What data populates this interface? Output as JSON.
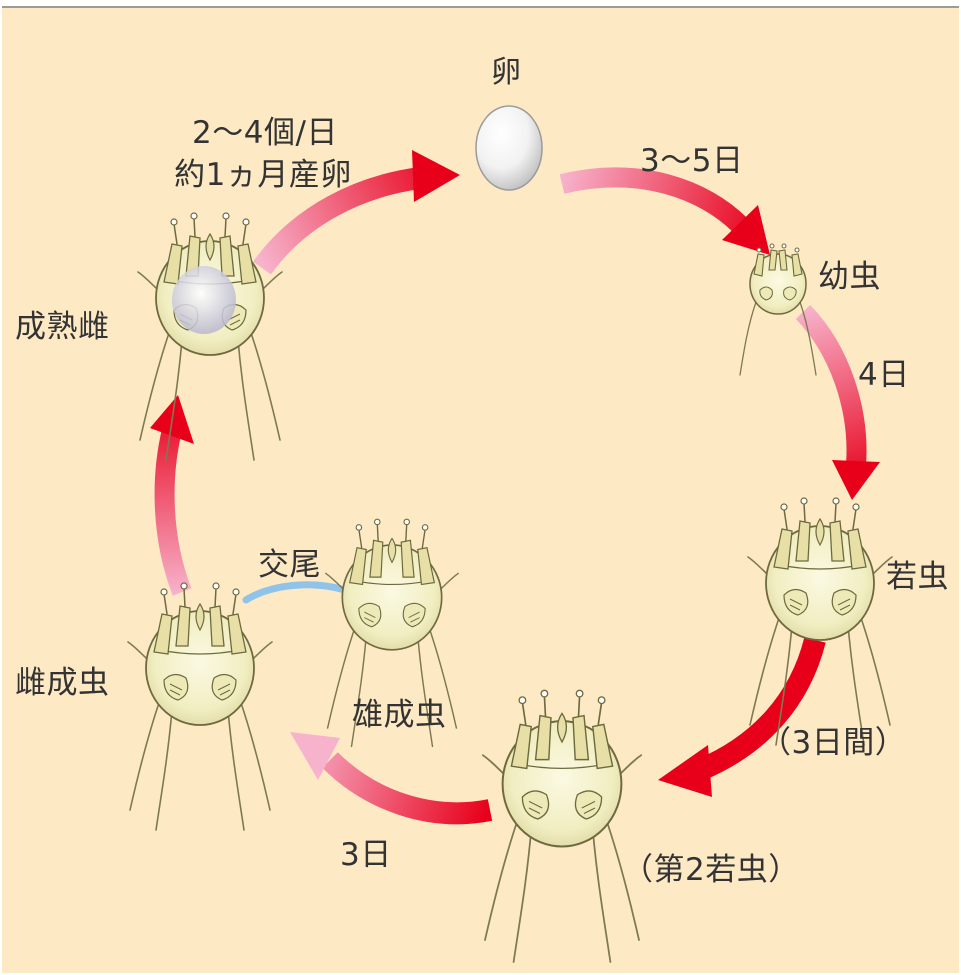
{
  "stages": {
    "egg": "卵",
    "larva": "幼虫",
    "nymph": "若虫",
    "nymph_note": "（3日間）",
    "second_nymph": "（第2若虫）",
    "female_adult": "雌成虫",
    "male_adult": "雄成虫",
    "mature_female": "成熟雌"
  },
  "transitions": {
    "egg_to_larva": "3～5日",
    "larva_to_nymph": "4日",
    "second_nymph_to_adult": "3日",
    "mating": "交尾",
    "egg_laying_line1": "2～4個/日",
    "egg_laying_line2": "約1ヵ月産卵"
  },
  "colors": {
    "background": "#fde9c4",
    "arrow_head": "#e8001a",
    "arrow_tail": "#f7b3cc",
    "mating_line": "#8fc3ea",
    "mite_body": "#f3f0c6",
    "mite_outline": "#6d6a3f",
    "text": "#333333"
  }
}
